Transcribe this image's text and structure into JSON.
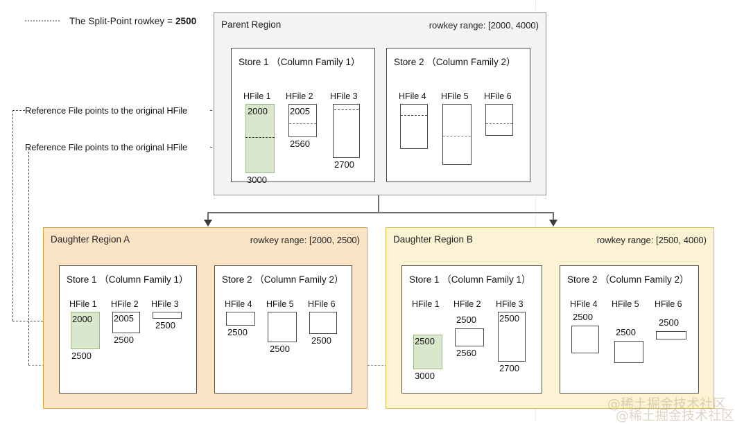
{
  "legend": {
    "dash_icon": "dotted-line-icon",
    "text_prefix": "The Split-Point rowkey = ",
    "split_point": "2500"
  },
  "annotations": {
    "reference_file_1": "Reference File points to the original HFile",
    "reference_file_2": "Reference File points to the original HFile"
  },
  "watermark": {
    "line1": "@稀土掘金技术社区",
    "line2": "@稀土掘金技术社区"
  },
  "colors": {
    "parent_bg": "#f4f4f4",
    "parent_border": "#8c8c8c",
    "daughter_a_bg": "#fbe4c6",
    "daughter_a_border": "#d9a441",
    "daughter_b_bg": "#fcf3d4",
    "daughter_b_border": "#d9bf41",
    "reference_hfile_fill": "#d9e7cd",
    "hfile_border": "#4a4a4a"
  },
  "parent_region": {
    "title": "Parent Region",
    "range_label": "rowkey range: [2000, 4000)",
    "stores": [
      {
        "title": "Store 1 （Column Family 1）",
        "hfiles": [
          {
            "name": "HFile 1",
            "top_value": "2000",
            "bottom_value": "3000",
            "reference": true
          },
          {
            "name": "HFile 2",
            "top_value": "2005",
            "bottom_value": "2560",
            "reference": false
          },
          {
            "name": "HFile 3",
            "top_value": "",
            "bottom_value": "2700",
            "reference": false
          }
        ]
      },
      {
        "title": "Store 2 （Column Family 2）",
        "hfiles": [
          {
            "name": "HFile 4",
            "top_value": "",
            "bottom_value": "",
            "reference": false
          },
          {
            "name": "HFile 5",
            "top_value": "",
            "bottom_value": "",
            "reference": false
          },
          {
            "name": "HFile 6",
            "top_value": "",
            "bottom_value": "",
            "reference": false
          }
        ]
      }
    ]
  },
  "daughter_a": {
    "title": "Daughter Region A",
    "range_label": "rowkey range: [2000, 2500)",
    "stores": [
      {
        "title": "Store 1 （Column Family 1）",
        "hfiles": [
          {
            "name": "HFile 1",
            "top_value": "2000",
            "bottom_value": "2500",
            "reference": true
          },
          {
            "name": "HFile 2",
            "top_value": "2005",
            "bottom_value": "2500",
            "reference": false
          },
          {
            "name": "HFile 3",
            "top_value": "",
            "bottom_value": "2500",
            "reference": false
          }
        ]
      },
      {
        "title": "Store 2 （Column Family 2）",
        "hfiles": [
          {
            "name": "HFile 4",
            "top_value": "",
            "bottom_value": "2500",
            "reference": false
          },
          {
            "name": "HFile 5",
            "top_value": "",
            "bottom_value": "2500",
            "reference": false
          },
          {
            "name": "HFile 6",
            "top_value": "",
            "bottom_value": "2500",
            "reference": false
          }
        ]
      }
    ]
  },
  "daughter_b": {
    "title": "Daughter Region B",
    "range_label": "rowkey range: [2500, 4000)",
    "stores": [
      {
        "title": "Store 1 （Column Family 1）",
        "hfiles": [
          {
            "name": "HFile 1",
            "top_value": "2500",
            "bottom_value": "3000",
            "reference": true
          },
          {
            "name": "HFile 2",
            "top_value": "2500",
            "bottom_value": "2560",
            "reference": false
          },
          {
            "name": "HFile 3",
            "top_value": "2500",
            "bottom_value": "2700",
            "reference": false
          }
        ]
      },
      {
        "title": "Store 2 （Column Family 2）",
        "hfiles": [
          {
            "name": "HFile 4",
            "top_value": "2500",
            "bottom_value": "",
            "reference": false
          },
          {
            "name": "HFile 5",
            "top_value": "2500",
            "bottom_value": "",
            "reference": false
          },
          {
            "name": "HFile 6",
            "top_value": "2500",
            "bottom_value": "",
            "reference": false
          }
        ]
      }
    ]
  }
}
